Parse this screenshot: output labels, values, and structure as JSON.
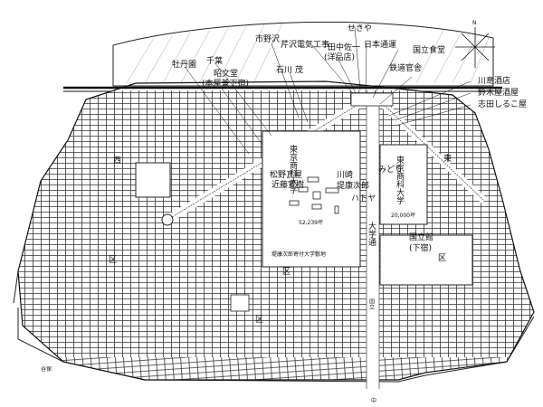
{
  "map": {
    "compass_letter": "N",
    "shop_labels": [
      "せきや",
      "芹沢電気工事",
      "田中佐一",
      "(洋品店)",
      "日本通運",
      "国立食堂",
      "市野沢",
      "石川 茂",
      "鉄道官舎",
      "千葉",
      "昭文堂",
      "(本屋兼下宿)",
      "牡丹園",
      "川島酒店",
      "鈴木屋酒屋",
      "志田しるこ屋",
      "松野瓦屋",
      "近藤寛樹",
      "川崎",
      "堤康次郎",
      "みどり",
      "ハトヤ",
      "国立館",
      "(下宿)"
    ],
    "university_left": "東京商科大学",
    "university_right": "東京商科大学",
    "area_left": "52,239坪",
    "area_right": "20,000坪",
    "campus_note": "堤康次郎寄付大学敷地",
    "avenue": "大学通",
    "kunitachi": "国立",
    "ward_west": "西",
    "ward_east": "東",
    "ward_left_mid": "区",
    "ward_center": "区",
    "ward_right_mid": "区",
    "ward_bottom": "区",
    "station": "谷保",
    "road_bottom": "中"
  }
}
